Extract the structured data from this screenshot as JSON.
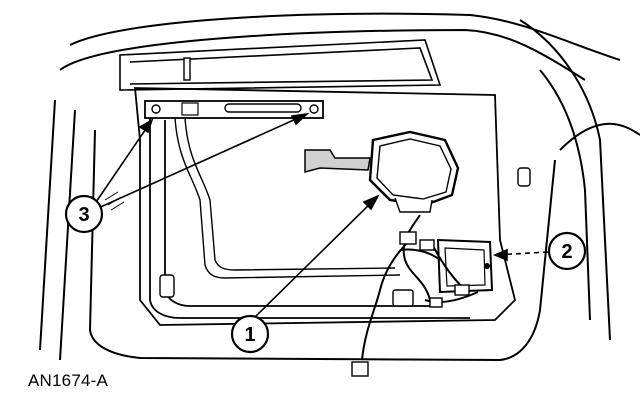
{
  "figure_id": "AN1674-A",
  "callouts": [
    {
      "number": "1",
      "target": "speaker"
    },
    {
      "number": "2",
      "target": "module"
    },
    {
      "number": "3",
      "target": "handle-bracket-screws"
    }
  ],
  "colors": {
    "line": "#000000",
    "background": "#ffffff",
    "shade": "#d0d0d0"
  }
}
